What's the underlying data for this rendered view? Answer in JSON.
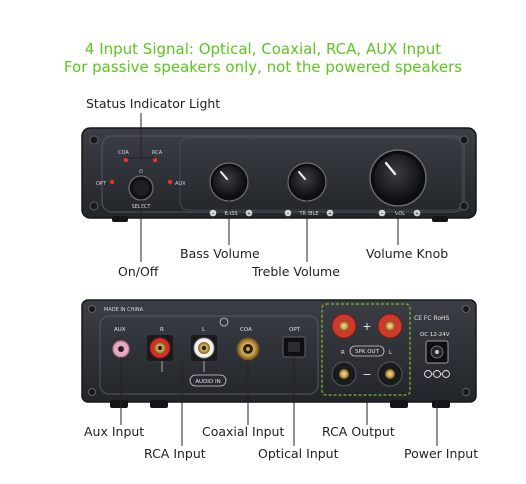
{
  "headline": {
    "line1": "4 Input Signal: Optical, Coaxial, RCA, AUX Input",
    "line2": "For passive speakers only, not the powered speakers"
  },
  "front_panel": {
    "input_labels": {
      "coa": "COA",
      "rca": "RCA",
      "opt": "OPT",
      "aux": "AUX"
    },
    "select_label": "SELECT",
    "bass_label": "BASS",
    "treble_label": "TREBLE",
    "vol_label": "VOL",
    "minus": "−",
    "plus": "+"
  },
  "rear_panel": {
    "made_in": "MADE IN CHINA",
    "aux_label": "AUX",
    "r_label": "R",
    "l_label": "L",
    "coa_label": "COA",
    "opt_label": "OPT",
    "audio_in": "AUDIO IN",
    "spk_out": "SPK OUT",
    "spk_r": "R",
    "spk_l": "L",
    "cert": "CE FC RoHS",
    "dc_label": "DC 12-24V",
    "plus": "+",
    "minus": "−"
  },
  "callouts": {
    "status_light": "Status Indicator Light",
    "bass_volume": "Bass Volume",
    "volume_knob": "Volume Knob",
    "on_off": "On/Off",
    "treble_volume": "Treble Volume",
    "aux_input": "Aux Input",
    "coaxial_input": "Coaxial Input",
    "rca_output": "RCA Output",
    "rca_input": "RCA Input",
    "optical_input": "Optical Input",
    "power_input": "Power Input"
  },
  "colors": {
    "headline": "#5cc61f",
    "panel": "#2b2e33",
    "led": "#e8322a",
    "highlight": "#7ab82a"
  }
}
